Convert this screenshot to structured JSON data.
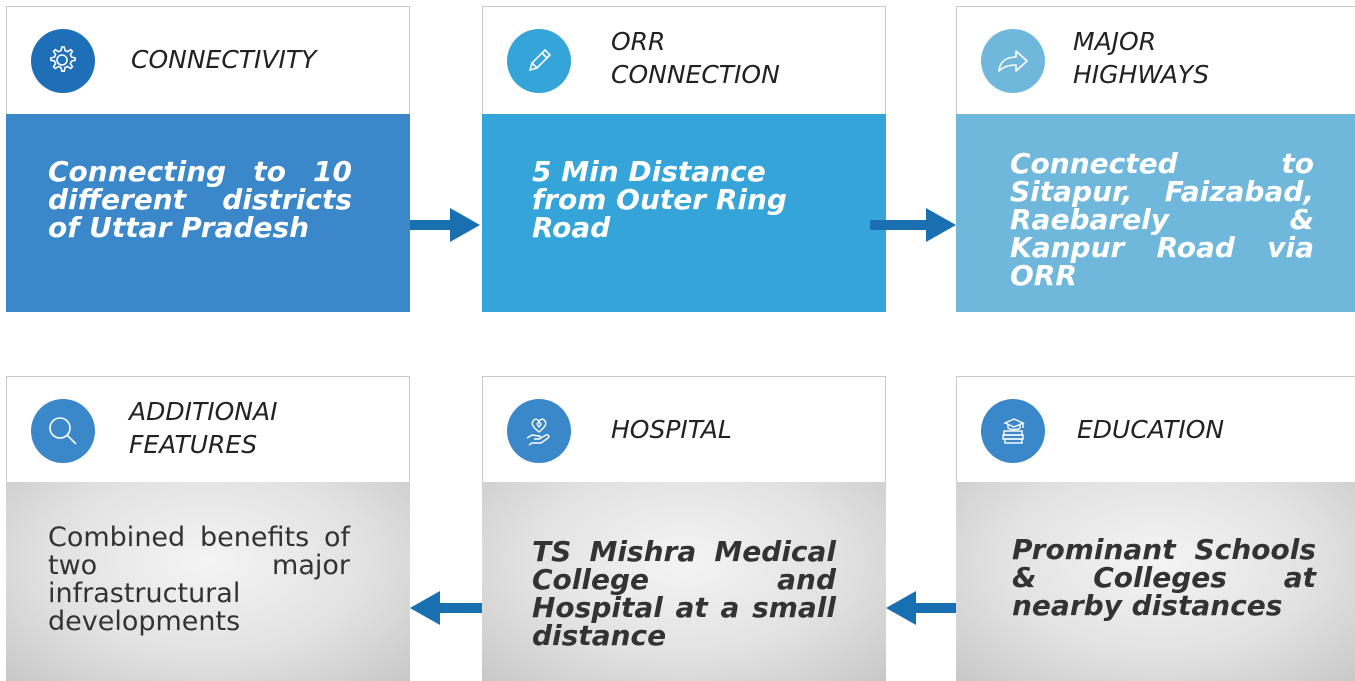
{
  "colors": {
    "dark_blue": "#3a87c9",
    "medium_blue": "#35a4d9",
    "light_blue": "#6fb8dc",
    "arrow": "#1a6fb0",
    "text_gray": "#333333"
  },
  "cards": [
    {
      "icon": "gear-icon",
      "title": "CONNECTIVITY",
      "body": "Connecting to 10 different districts of Uttar Pradesh"
    },
    {
      "icon": "pencil-icon",
      "title_lines": [
        "ORR",
        "CONNECTION"
      ],
      "body": "5 Min Distance from Outer Ring Road"
    },
    {
      "icon": "share-arrow-icon",
      "title_lines": [
        "MAJOR",
        "HIGHWAYS"
      ],
      "body": "Connected to Sitapur, Faizabad, Raebarely & Kanpur Road via ORR"
    },
    {
      "icon": "search-icon",
      "title_lines": [
        "ADDITIONAI",
        "FEATURES"
      ],
      "body": "Combined benefits of two major infrastructural developments"
    },
    {
      "icon": "heart-hand-icon",
      "title": "HOSPITAL",
      "body": "TS Mishra Medical College and Hospital at a small distance"
    },
    {
      "icon": "books-graduation-icon",
      "title": "EDUCATION",
      "body": "Prominant Schools & Colleges at nearby distances"
    }
  ]
}
